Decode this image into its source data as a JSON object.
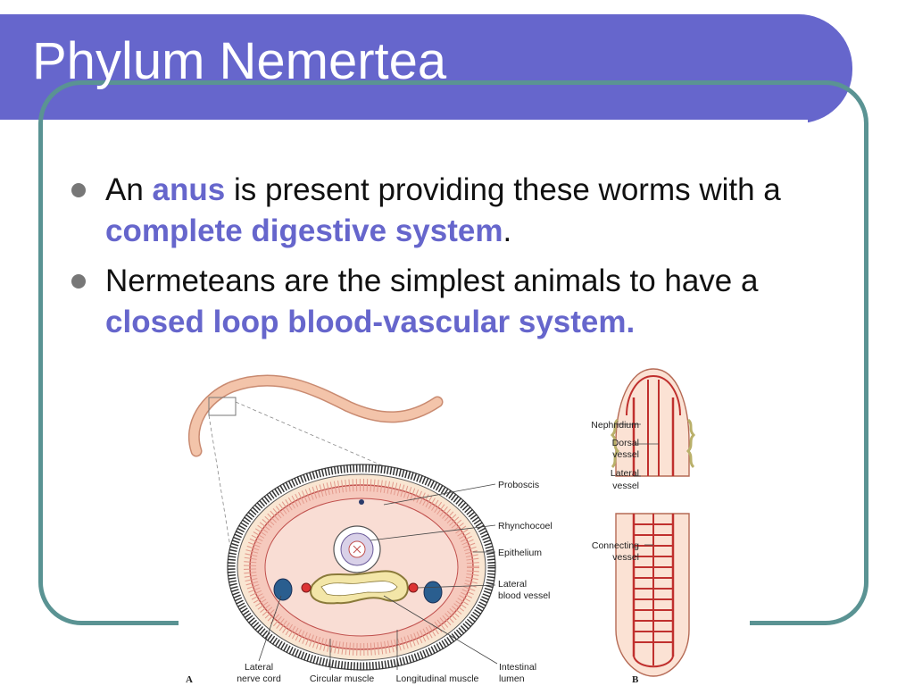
{
  "slide": {
    "title": "Phylum Nemertea",
    "bullets": [
      {
        "pre": "An ",
        "hl1": "anus",
        "mid": " is present providing these worms with a ",
        "hl2": "complete digestive system",
        "post": "."
      },
      {
        "pre": "Nermeteans are the simplest animals to have a ",
        "hl1": "closed loop blood-vascular system."
      }
    ]
  },
  "figure": {
    "panel_a": "A",
    "panel_b": "B",
    "labels_a": {
      "proboscis": "Proboscis",
      "rhynchocoel": "Rhynchocoel",
      "epithelium": "Epithelium",
      "lateral_blood_1": "Lateral",
      "lateral_blood_2": "blood vessel",
      "lateral_nerve_1": "Lateral",
      "lateral_nerve_2": "nerve cord",
      "circular_muscle": "Circular muscle",
      "longitudinal_muscle": "Longitudinal muscle",
      "intestinal_1": "Intestinal",
      "intestinal_2": "lumen"
    },
    "labels_b": {
      "nephridium": "Nephridium",
      "dorsal_1": "Dorsal",
      "dorsal_2": "vessel",
      "lateral_1": "Lateral",
      "lateral_2": "vessel",
      "connecting_1": "Connecting",
      "connecting_2": "vessel"
    }
  }
}
